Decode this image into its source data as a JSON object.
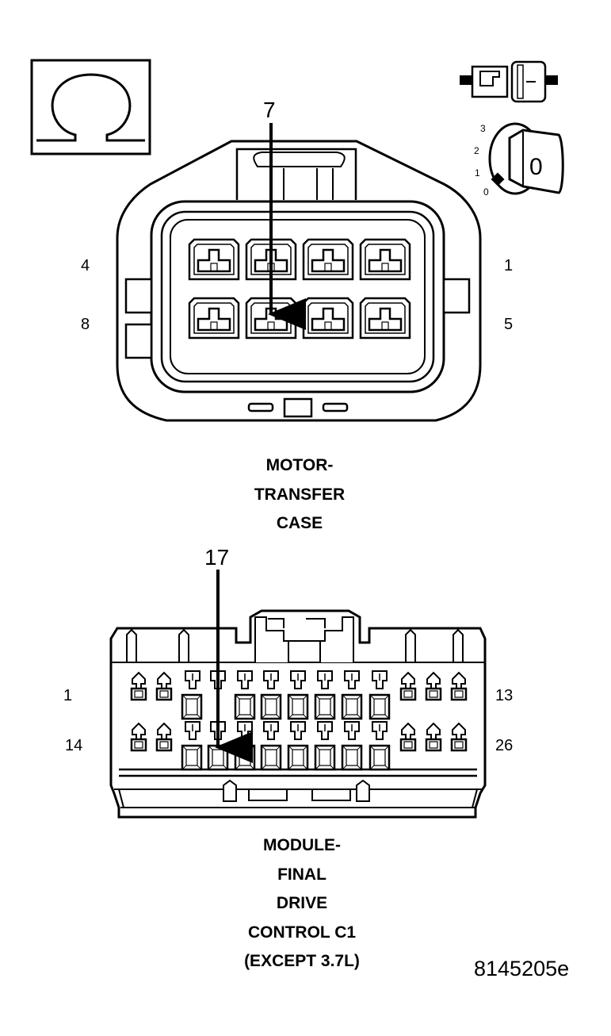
{
  "icons": {
    "omega": "ohm-meter-icon",
    "connector": "disconnect-connector-icon",
    "ignition": "ignition-key-off-icon"
  },
  "ignition": {
    "positions": [
      "3",
      "2",
      "1",
      "0"
    ],
    "key_label": "0"
  },
  "connector_top": {
    "pin_labels": {
      "top_left": "4",
      "bottom_left": "8",
      "top_right": "1",
      "bottom_right": "5"
    },
    "callout": "7",
    "caption": [
      "MOTOR-",
      "TRANSFER",
      "CASE"
    ]
  },
  "connector_bottom": {
    "pin_labels": {
      "top_left": "1",
      "bottom_left": "14",
      "top_right": "13",
      "bottom_right": "26"
    },
    "callout": "17",
    "caption": [
      "MODULE-",
      "FINAL",
      "DRIVE",
      "CONTROL C1",
      "(EXCEPT 3.7L)"
    ]
  },
  "figure_id": "8145205e"
}
